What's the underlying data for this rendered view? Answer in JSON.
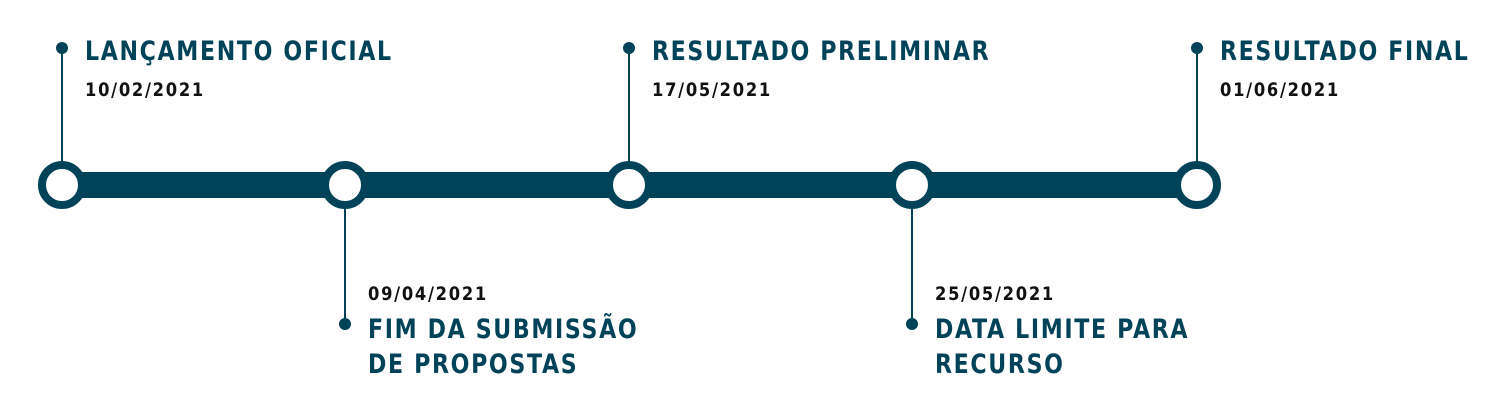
{
  "colors": {
    "primary": "#004358",
    "date_text": "#111111",
    "node_fill": "#ffffff"
  },
  "milestones": [
    {
      "title_lines": [
        "LANÇAMENTO OFICIAL"
      ],
      "date": "10/02/2021",
      "label_side": "above"
    },
    {
      "title_lines": [
        "FIM DA SUBMISSÃO",
        "DE PROPOSTAS"
      ],
      "date": "09/04/2021",
      "label_side": "below"
    },
    {
      "title_lines": [
        "RESULTADO PRELIMINAR"
      ],
      "date": "17/05/2021",
      "label_side": "above"
    },
    {
      "title_lines": [
        "DATA LIMITE PARA",
        "RECURSO"
      ],
      "date": "25/05/2021",
      "label_side": "below"
    },
    {
      "title_lines": [
        "RESULTADO FINAL"
      ],
      "date": "01/06/2021",
      "label_side": "above"
    }
  ]
}
